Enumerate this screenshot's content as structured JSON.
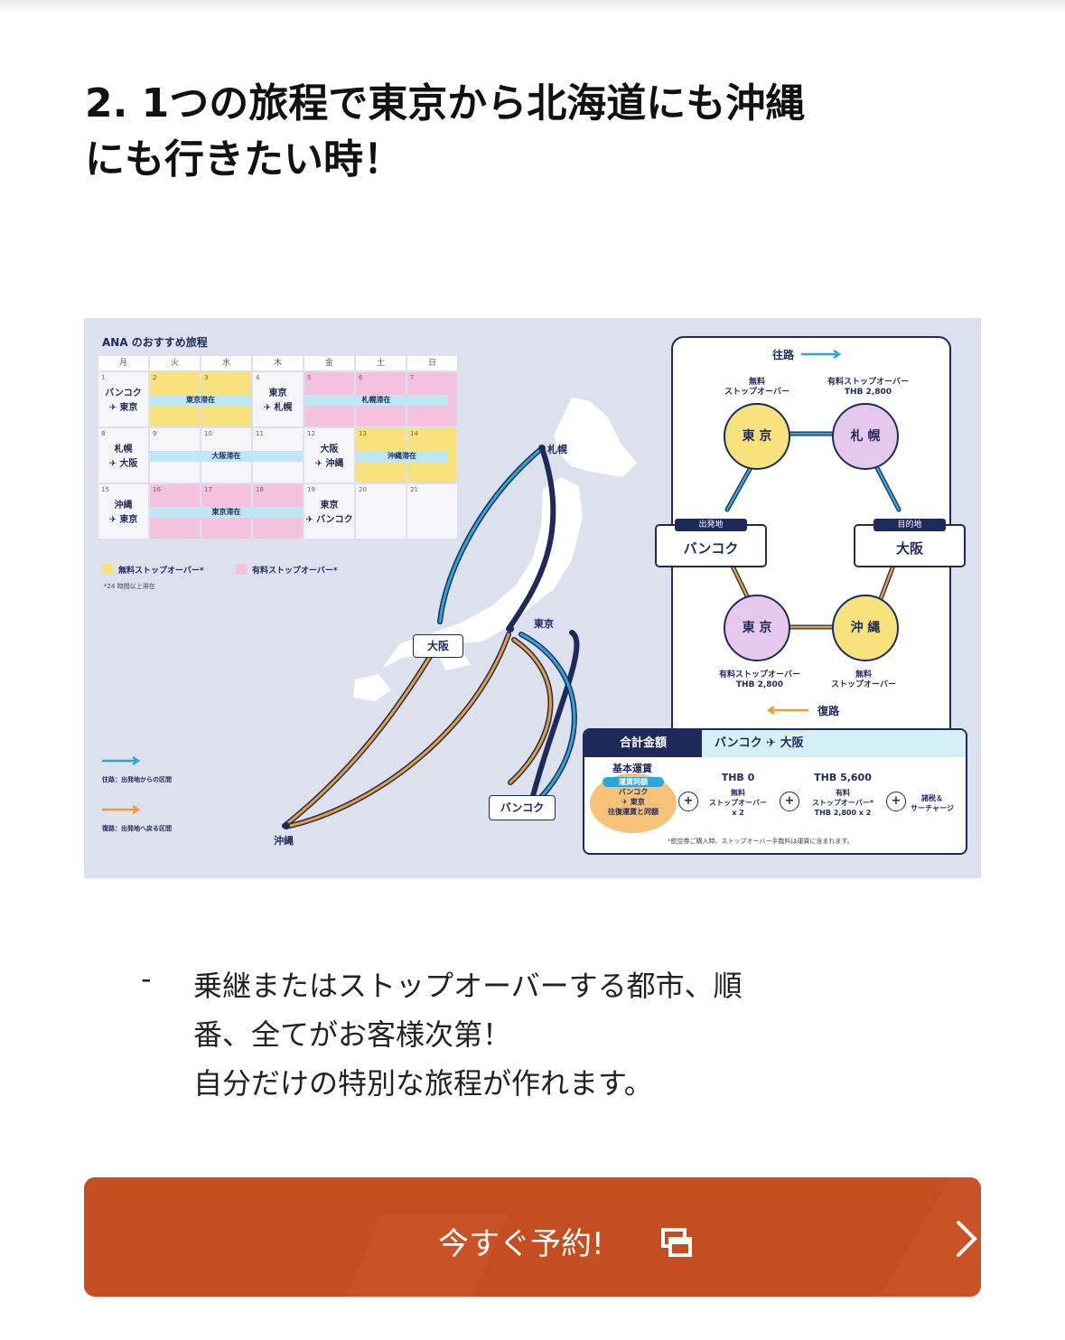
{
  "heading": {
    "line1": "2. 1つの旅程で東京から北海道にも沖縄",
    "line2": "にも行きたい時！"
  },
  "infographic": {
    "calendar_title": "ANA のおすすめ旅程",
    "weekdays": [
      "月",
      "火",
      "水",
      "木",
      "金",
      "土",
      "日"
    ],
    "days": {
      "d1": "1",
      "d2": "2",
      "d3": "3",
      "d4": "4",
      "d5": "5",
      "d6": "6",
      "d7": "7",
      "d8": "8",
      "d9": "9",
      "d10": "10",
      "d11": "11",
      "d12": "12",
      "d13": "13",
      "d14": "14",
      "d15": "15",
      "d16": "16",
      "d17": "17",
      "d18": "18",
      "d19": "19",
      "d20": "20",
      "d21": "21"
    },
    "legs": {
      "w1a": "バンコク",
      "w1b": "✈ 東京",
      "w1c": "東京",
      "w1d": "✈ 札幌",
      "w2a": "札幌",
      "w2b": "✈ 大阪",
      "w2c": "大阪",
      "w2d": "✈ 沖縄",
      "w3a": "沖縄",
      "w3b": "✈ 東京",
      "w3c": "東京",
      "w3d": "✈ バンコク"
    },
    "stays": {
      "tokyo1": "東京滞在",
      "sapporo": "札幌滞在",
      "osaka": "大阪滞在",
      "okinawa": "沖縄滞在",
      "tokyo2": "東京滞在"
    },
    "legend_free": "無料ストップオーバー*",
    "legend_paid": "有料ストップオーバー*",
    "legend_note": "*24 時間以上滞在",
    "map_cities": {
      "sapporo": "札幌",
      "tokyo": "東京",
      "osaka": "大阪",
      "okinawa": "沖縄",
      "bangkok": "バンコク"
    },
    "arrow_outbound": "往路：出発地からの区間",
    "arrow_return": "復路：出発地へ戻る区間",
    "route": {
      "outbound": "往路",
      "return": "復路",
      "origin_tag": "出発地",
      "origin": "バンコク",
      "dest_tag": "目的地",
      "dest": "大阪",
      "tokyo_out": "東 京",
      "sapporo": "札 幌",
      "okinawa": "沖 縄",
      "tokyo_ret": "東 京",
      "free1": "無料",
      "free2": "ストップオーバー",
      "paid1": "有料ストップオーバー",
      "paid2": "THB 2,800",
      "paid3": "有料ストップオーバー",
      "paid4": "THB 2,800",
      "free3": "無料",
      "free4": "ストップオーバー"
    },
    "total": {
      "title": "合計金額",
      "route": "バンコク ✈ 大阪",
      "base_fare": "基本運賃",
      "badge1": "運賃同額",
      "badge2": "バンコク",
      "badge3": "✈ 東京",
      "badge4": "往復運賃と同額",
      "free_price": "THB 0",
      "free_l1": "無料",
      "free_l2": "ストップオーバー",
      "free_l3": "x 2",
      "paid_price": "THB 5,600",
      "paid_l1": "有料",
      "paid_l2": "ストップオーバー*",
      "paid_l3": "THB 2,800 x 2",
      "tax_l1": "諸税＆",
      "tax_l2": "サーチャージ",
      "note": "*航空券ご購入時、ストップオーバー手数料は運賃に含まれます。"
    }
  },
  "bullet": "-",
  "desc": {
    "line1": "乗継またはストップオーバーする都市、順",
    "line2": "番、全てがお客様次第！",
    "line3": "自分だけの特別な旅程が作れます。"
  },
  "cta": {
    "label": "今すぐ予約!"
  },
  "colors": {
    "button": "#c64d1f",
    "navy": "#1e2a5a",
    "free_stopover": "#f7e27e",
    "paid_stopover": "#f4c2dd",
    "outbound_arrow": "#2aa8d8",
    "return_arrow": "#e8a030"
  },
  "icons": {
    "new_window": "new-window-icon",
    "chevron": "chevron-right-icon"
  }
}
